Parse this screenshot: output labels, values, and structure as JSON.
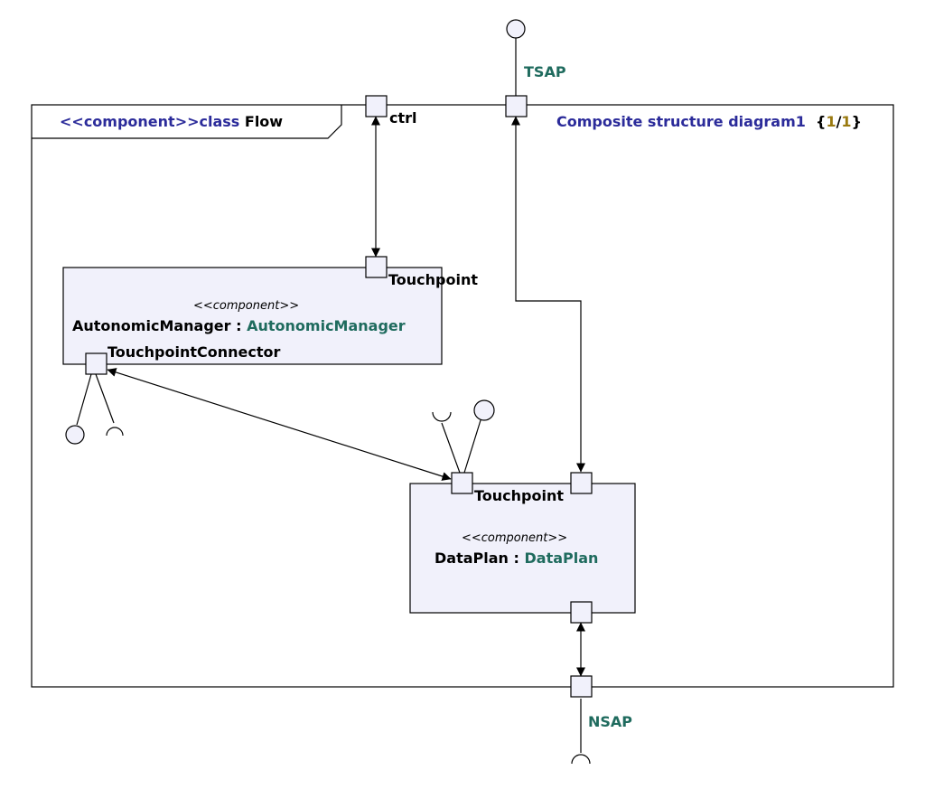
{
  "frame": {
    "stereotype": "<<component>>",
    "keyword": "class",
    "name": "Flow",
    "diagram_title": "Composite structure diagram1",
    "page_open": "{",
    "page_current": "1",
    "page_sep": "/",
    "page_total": "1",
    "page_close": "}"
  },
  "ports": {
    "ctrl": "ctrl",
    "tsap": "TSAP",
    "nsap": "NSAP"
  },
  "autonomic_manager": {
    "stereotype": "<<component>>",
    "instance": "AutonomicManager",
    "separator": ":",
    "type": "AutonomicManager",
    "port_top": "Touchpoint",
    "port_bottom": "TouchpointConnector"
  },
  "data_plan": {
    "stereotype": "<<component>>",
    "instance": "DataPlan",
    "separator": ":",
    "type": "DataPlan",
    "port_top": "Touchpoint"
  },
  "colors": {
    "component_fill": "#f1f1fb",
    "stroke": "#000000",
    "teal_text": "#1f6b5e",
    "navy_text": "#2b2b9a",
    "olive_text": "#9a7a10"
  }
}
